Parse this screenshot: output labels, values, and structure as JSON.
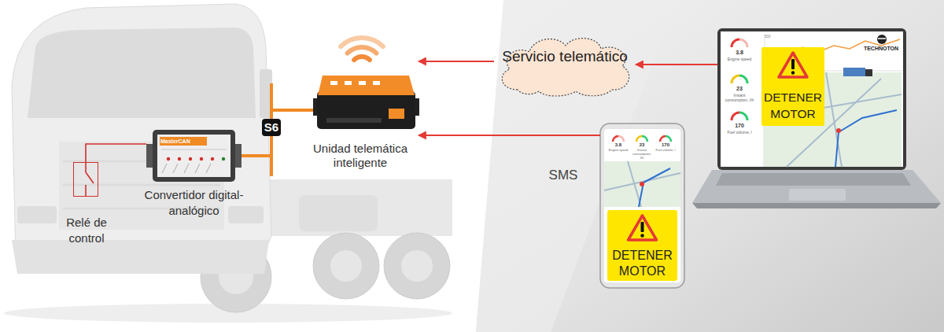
{
  "diagram": {
    "nodes": [
      {
        "text": [
          "Relé de control"
        ]
      },
      {
        "text": [
          "MasterCAN",
          "Convertidor digital-analógico"
        ]
      },
      {
        "text": [
          "Unidad telemática inteligente"
        ]
      },
      {
        "text": [
          "Servicio telemático"
        ]
      },
      {
        "text": [
          "3.8",
          "Engine speed",
          "23",
          "Instant consumption, l/h",
          "170",
          "Fuel volume, l"
        ]
      },
      {
        "text": [
          "DETENER MOTOR"
        ],
        "in": 4
      },
      {
        "text": [
          "500",
          "3.8",
          "Engine speed",
          "23",
          "Instant consumption, l/h",
          "170",
          "Fuel volume, l",
          "TECHNOTON"
        ]
      },
      {
        "text": [
          "DETENER MOTOR"
        ],
        "in": 6
      }
    ],
    "edges": [
      {
        "from": 0,
        "to": 1,
        "arrow": "none"
      },
      {
        "from": 1,
        "to": 2,
        "arrow": "none",
        "label": "S6"
      },
      {
        "from": 6,
        "to": 3,
        "arrow": "to"
      },
      {
        "from": 3,
        "to": 2,
        "arrow": "to"
      },
      {
        "from": 4,
        "to": 2,
        "arrow": "to",
        "label": "SMS"
      }
    ]
  }
}
